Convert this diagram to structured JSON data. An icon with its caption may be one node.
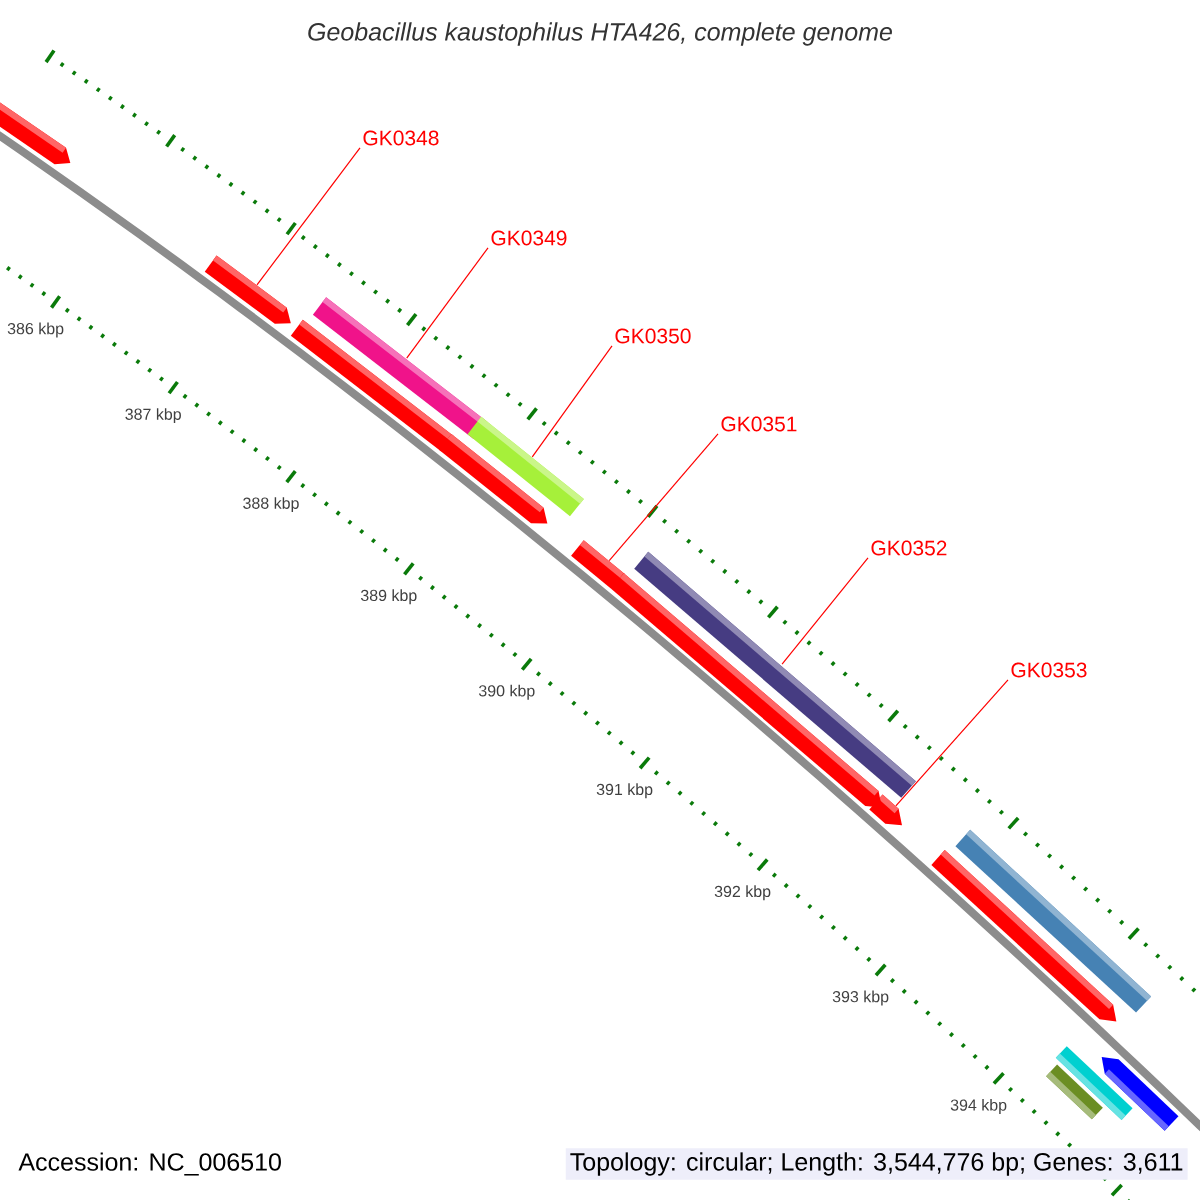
{
  "diagram": {
    "title": "Geobacillus kaustophilus HTA426, complete genome",
    "nodes": [
      {
        "text": [
          "GK0348"
        ]
      },
      {
        "text": [
          "GK0349"
        ]
      },
      {
        "text": [
          "GK0350"
        ]
      },
      {
        "text": [
          "GK0351"
        ]
      },
      {
        "text": [
          "GK0352"
        ]
      },
      {
        "text": [
          "GK0353"
        ]
      },
      {
        "text": [],
        "shape": "bar"
      },
      {
        "text": [],
        "shape": "bar"
      },
      {
        "text": [],
        "shape": "bar"
      },
      {
        "text": [],
        "shape": "bar"
      },
      {
        "text": [],
        "shape": "bar"
      },
      {
        "text": [],
        "shape": "bar"
      },
      {
        "text": [],
        "shape": "bar"
      },
      {
        "text": [],
        "shape": "bar"
      },
      {
        "text": [],
        "shape": "bar"
      },
      {
        "text": [],
        "shape": "bar"
      },
      {
        "text": [],
        "shape": "bar"
      },
      {
        "text": [],
        "shape": "bar"
      },
      {
        "text": [],
        "shape": "bar"
      },
      {
        "text": [],
        "shape": "bar"
      },
      {
        "text": [],
        "shape": "bar"
      }
    ],
    "edges": [
      {
        "from": 0,
        "to": 6,
        "arrow": "none"
      },
      {
        "from": 1,
        "to": 7,
        "arrow": "none"
      },
      {
        "from": 2,
        "to": 8,
        "arrow": "none"
      },
      {
        "from": 3,
        "to": 9,
        "arrow": "none"
      },
      {
        "from": 4,
        "to": 10,
        "arrow": "none"
      },
      {
        "from": 5,
        "to": 11,
        "arrow": "none"
      }
    ],
    "labels": [
      "386 kbp",
      "387 kbp",
      "388 kbp",
      "389 kbp",
      "390 kbp",
      "391 kbp",
      "392 kbp",
      "393 kbp",
      "394 kbp",
      "Accession: NC_006510",
      "Topology: circular; Length: 3,544,776 bp; Genes: 3,611"
    ]
  }
}
